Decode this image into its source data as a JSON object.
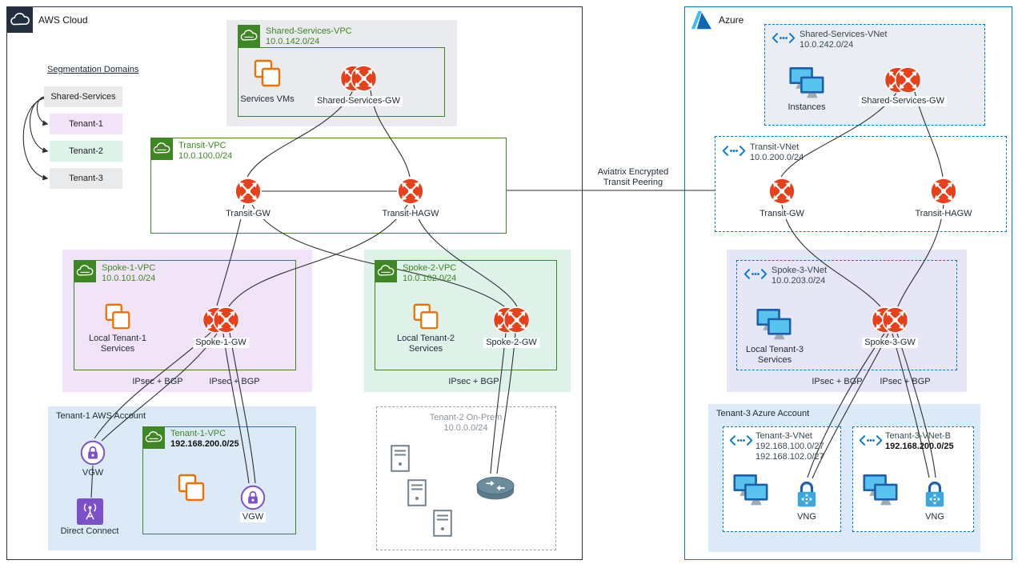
{
  "colors": {
    "aviatrix_gateway_orange": "#E8401B",
    "aws_green": "#3F8624",
    "aws_orange": "#ED7100",
    "aws_purple": "#7D4FC9",
    "azure_blue": "#0078D4",
    "tenant1_fill": "#f1e4f8",
    "tenant2_fill": "#def2e9",
    "account_fill": "#dceaf7"
  },
  "aws": {
    "title": "AWS Cloud",
    "segmentation": {
      "title": "Segmentation Domains",
      "items": [
        {
          "label": "Shared-Services"
        },
        {
          "label": "Tenant-1"
        },
        {
          "label": "Tenant-2"
        },
        {
          "label": "Tenant-3"
        }
      ]
    },
    "shared_vpc": {
      "name": "Shared-Services-VPC",
      "cidr": "10.0.142.0/24",
      "vms": "Services VMs",
      "gw": "Shared-Services-GW"
    },
    "transit_vpc": {
      "name": "Transit-VPC",
      "cidr": "10.0.100.0/24",
      "gw": "Transit-GW",
      "hagw": "Transit-HAGW"
    },
    "spoke1_vpc": {
      "name": "Spoke-1-VPC",
      "cidr": "10.0.101.0/24",
      "services": "Local Tenant-1 Services",
      "gw": "Spoke-1-GW",
      "ipsec_left": "IPsec + BGP",
      "ipsec_right": "IPsec + BGP"
    },
    "spoke2_vpc": {
      "name": "Spoke-2-VPC",
      "cidr": "10.0.102.0/24",
      "services": "Local Tenant-2 Services",
      "gw": "Spoke-2-GW",
      "ipsec": "IPsec + BGP"
    },
    "tenant1_account": {
      "title": "Tenant-1 AWS Account",
      "vgw_left": "VGW",
      "direct_connect": "Direct Connect",
      "vpc_name": "Tenant-1-VPC",
      "vpc_cidr": "192.168.200.0/25",
      "vgw_right": "VGW"
    },
    "tenant2_onprem": {
      "title": "Tenant-2 On-Prem",
      "cidr": "10.0.0.0/24"
    }
  },
  "peering": {
    "line1": "Aviatrix Encrypted",
    "line2": "Transit Peering"
  },
  "azure": {
    "title": "Azure",
    "shared_vnet": {
      "name": "Shared-Services-VNet",
      "cidr": "10.0.242.0/24",
      "instances": "Instances",
      "gw": "Shared-Services-GW"
    },
    "transit_vnet": {
      "name": "Transit-VNet",
      "cidr": "10.0.200.0/24",
      "gw": "Transit-GW",
      "hagw": "Transit-HAGW"
    },
    "spoke3_vnet": {
      "name": "Spoke-3-VNet",
      "cidr": "10.0.203.0/24",
      "services": "Local Tenant-3 Services",
      "gw": "Spoke-3-GW",
      "ipsec_left": "IPsec + BGP",
      "ipsec_right": "IPsec + BGP"
    },
    "tenant3_account": {
      "title": "Tenant-3 Azure Account",
      "vnet_a": {
        "name": "Tenant-3-VNet",
        "cidr1": "192.168.100.0/27",
        "cidr2": "192.168.102.0/27",
        "vng": "VNG"
      },
      "vnet_b": {
        "name": "Tenant-3-VNet-B",
        "cidr": "192.168.200.0/25",
        "vng": "VNG"
      }
    }
  }
}
